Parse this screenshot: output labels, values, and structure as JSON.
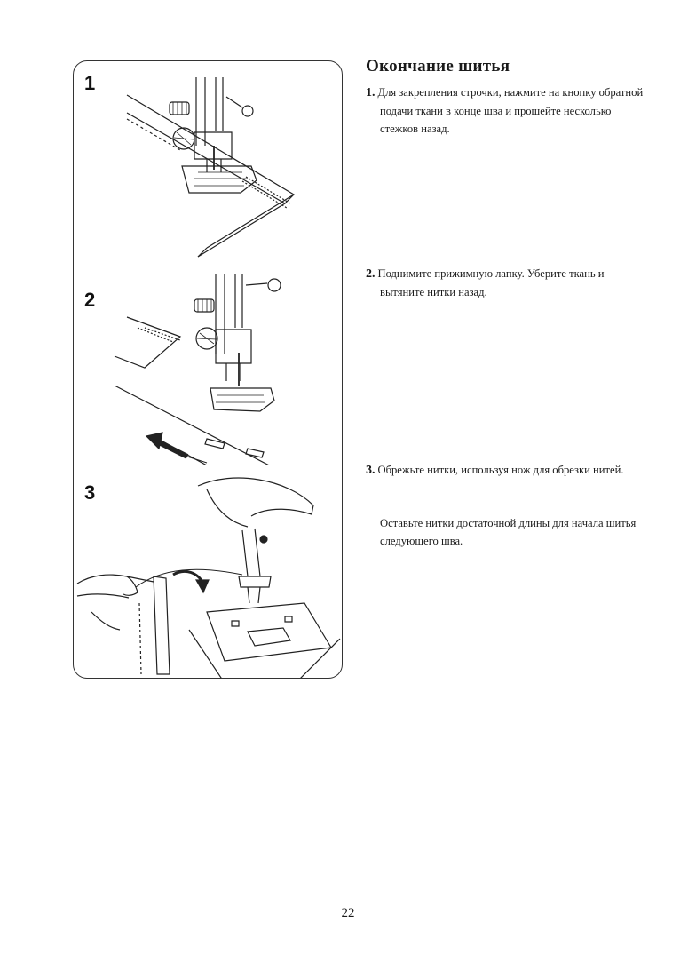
{
  "title": "Окончание шитья",
  "figures": [
    {
      "number": "1"
    },
    {
      "number": "2"
    },
    {
      "number": "3"
    }
  ],
  "steps": [
    {
      "number": "1.",
      "text": "Для закрепления строчки, нажмите на кнопку обратной подачи ткани в конце шва и прошейте несколько стежков назад."
    },
    {
      "number": "2.",
      "text": "Поднимите прижимную лапку. Уберите ткань и вытяните нитки назад."
    },
    {
      "number": "3.",
      "text": "Обрежьте нитки, используя нож для обрезки нитей."
    }
  ],
  "note": "Оставьте нитки достаточной длины для начала шитья следующего шва.",
  "page_number": "22"
}
